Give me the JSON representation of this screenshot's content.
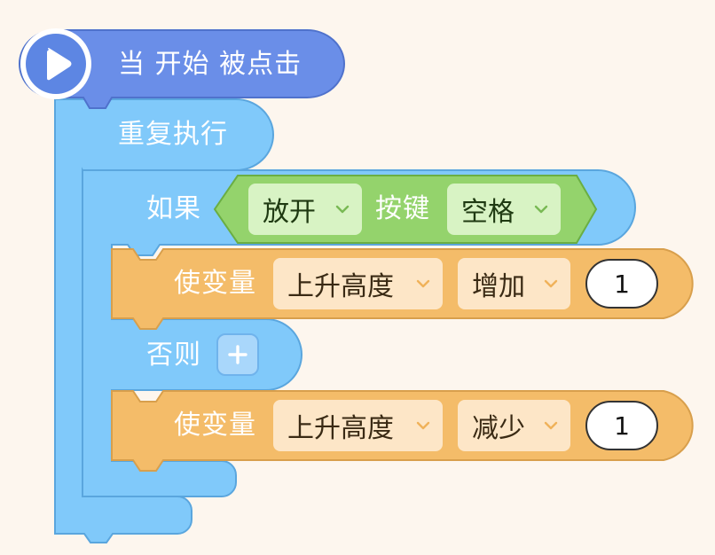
{
  "hat_block": {
    "label": "当 开始 被点击",
    "icon": "play-icon"
  },
  "repeat_block": {
    "label": "重复执行"
  },
  "if_block": {
    "label": "如果",
    "condition": {
      "action": "放开",
      "key_label": "按键",
      "key": "空格"
    }
  },
  "set_var_then": {
    "label": "使变量",
    "variable": "上升高度",
    "operation": "增加",
    "value": "1"
  },
  "else_block": {
    "label": "否则",
    "add_icon": "plus-icon"
  },
  "set_var_else": {
    "label": "使变量",
    "variable": "上升高度",
    "operation": "减少",
    "value": "1"
  },
  "colors": {
    "event": "#6a8ee8",
    "control": "#80c9fa",
    "sensing": "#94d36c",
    "variable": "#f4bc69",
    "background": "#fdf6ee"
  }
}
